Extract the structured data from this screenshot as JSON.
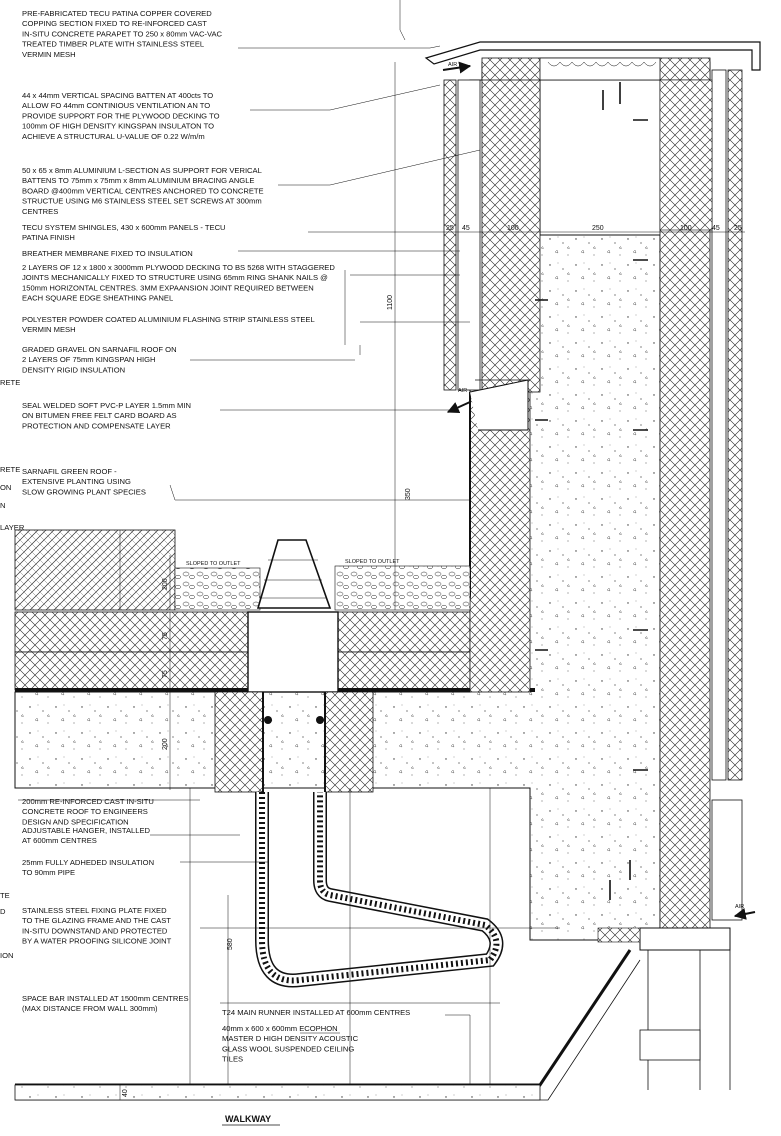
{
  "notes": [
    {
      "id": "copping",
      "lines": [
        "PRE-FABRICATED TECU PATINA COPPER COVERED",
        "COPPING SECTION FIXED TO RE-INFORCED CAST",
        "IN-SITU CONCRETE PARAPET TO 250 x 80mm VAC-VAC",
        "TREATED TIMBER PLATE WITH STAINLESS STEEL",
        "VERMIN MESH"
      ]
    },
    {
      "id": "batten",
      "lines": [
        "44 x 44mm VERTICAL SPACING BATTEN AT 400cts TO",
        "ALLOW FO 44mm CONTINIOUS VENTILATION AN TO",
        "PROVIDE SUPPORT FOR THE PLYWOOD DECKING TO",
        "100mm OF HIGH DENSITY KINGSPAN INSULATON TO",
        "ACHIEVE A STRUCTURAL U-VALUE OF 0.22 W/m/m"
      ]
    },
    {
      "id": "lsection",
      "lines": [
        "50 x 65 x 8mm ALUMINIUM L-SECTION AS SUPPORT FOR VERICAL",
        "BATTENS TO 75mm x 75mm x 8mm ALUMINIUM BRACING ANGLE",
        "BOARD @400mm VERTICAL CENTRES ANCHORED TO CONCRETE",
        "STRUCTUE USING M6 STAINLESS STEEL SET SCREWS AT 300mm",
        "CENTRES"
      ]
    },
    {
      "id": "shingles",
      "lines": [
        "TECU SYSTEM SHINGLES, 430 x 600mm PANELS - TECU",
        "PATINA FINISH"
      ]
    },
    {
      "id": "breather",
      "lines": [
        "BREATHER MEMBRANE FIXED TO INSULATION"
      ]
    },
    {
      "id": "plywood",
      "lines": [
        "2 LAYERS OF 12 x 1800 x 3000mm PLYWOOD DECKING TO BS 5268 WITH STAGGERED",
        "JOINTS MECHANICALLY FIXED TO STRUCTURE USING 65mm RING SHANK NAILS @",
        "150mm HORIZONTAL CENTRES. 3MM EXPAANSION JOINT REQUIRED BETWEEN",
        "EACH SQUARE EDGE SHEATHING PANEL"
      ]
    },
    {
      "id": "flashing",
      "lines": [
        "POLYESTER POWDER COATED ALUMINIUM FLASHING STRIP STAINLESS STEEL",
        "VERMIN MESH"
      ]
    },
    {
      "id": "gravel",
      "lines": [
        "GRADED GRAVEL ON SARNAFIL ROOF ON",
        "2 LAYERS OF 75mm KINGSPAN HIGH",
        "DENSITY RIGID INSULATION"
      ]
    },
    {
      "id": "pvcp",
      "lines": [
        "SEAL WELDED SOFT PVC-P LAYER 1.5mm MIN",
        "ON BITUMEN FREE FELT CARD BOARD AS",
        "PROTECTION AND COMPENSATE LAYER"
      ]
    },
    {
      "id": "greenroof",
      "lines": [
        "SARNAFIL GREEN ROOF -",
        "EXTENSIVE PLANTING USING",
        "SLOW GROWING PLANT SPECIES"
      ]
    },
    {
      "id": "concrete",
      "lines": [
        "200mm RE-INFORCED CAST IN-SITU",
        "CONCRETE ROOF TO ENGINEERS",
        "DESIGN AND SPECIFICATION"
      ]
    },
    {
      "id": "hanger",
      "lines": [
        "ADJUSTABLE HANGER, INSTALLED",
        "AT 600mm CENTRES"
      ]
    },
    {
      "id": "pipeins",
      "lines": [
        "25mm FULLY ADHEDED INSULATION",
        "TO 90mm PIPE"
      ]
    },
    {
      "id": "fixplate",
      "lines": [
        "STAINLESS STEEL FIXING PLATE FIXED",
        "TO THE GLAZING FRAME AND THE CAST",
        "IN-SITU DOWNSTAND  AND PROTECTED",
        "BY A WATER PROOFING SILICONE JOINT"
      ]
    },
    {
      "id": "spacebar",
      "lines": [
        "SPACE BAR INSTALLED AT 1500mm CENTRES",
        "(MAX DISTANCE FROM WALL 300mm)"
      ]
    },
    {
      "id": "runner",
      "lines": [
        "T24 MAIN RUNNER INSTALLED AT 600mm CENTRES"
      ]
    },
    {
      "id": "ecophon",
      "lines": [
        "40mm x 600 x 600mm ECOPHON",
        "MASTER D HIGH DENSITY ACOUSTIC",
        "GLASS WOOL SUSPENDED CEILING",
        "TILES"
      ]
    }
  ],
  "left_fragments": [
    "RETE",
    "RETE",
    "N",
    "ON",
    "LAYER",
    "TE",
    "D",
    "ION"
  ],
  "dimensions": {
    "top_row": [
      "25",
      "45",
      "100",
      "250",
      "100",
      "45",
      "25"
    ],
    "vertical": [
      "1100",
      "350",
      "200",
      "75",
      "75",
      "200",
      "580",
      "40"
    ]
  },
  "flow_labels": [
    "AIR",
    "AIR",
    "AIR"
  ],
  "slope_labels": [
    "SLOPED TO OUTLET",
    "SLOPED TO OUTLET"
  ],
  "caption": "WALKWAY"
}
